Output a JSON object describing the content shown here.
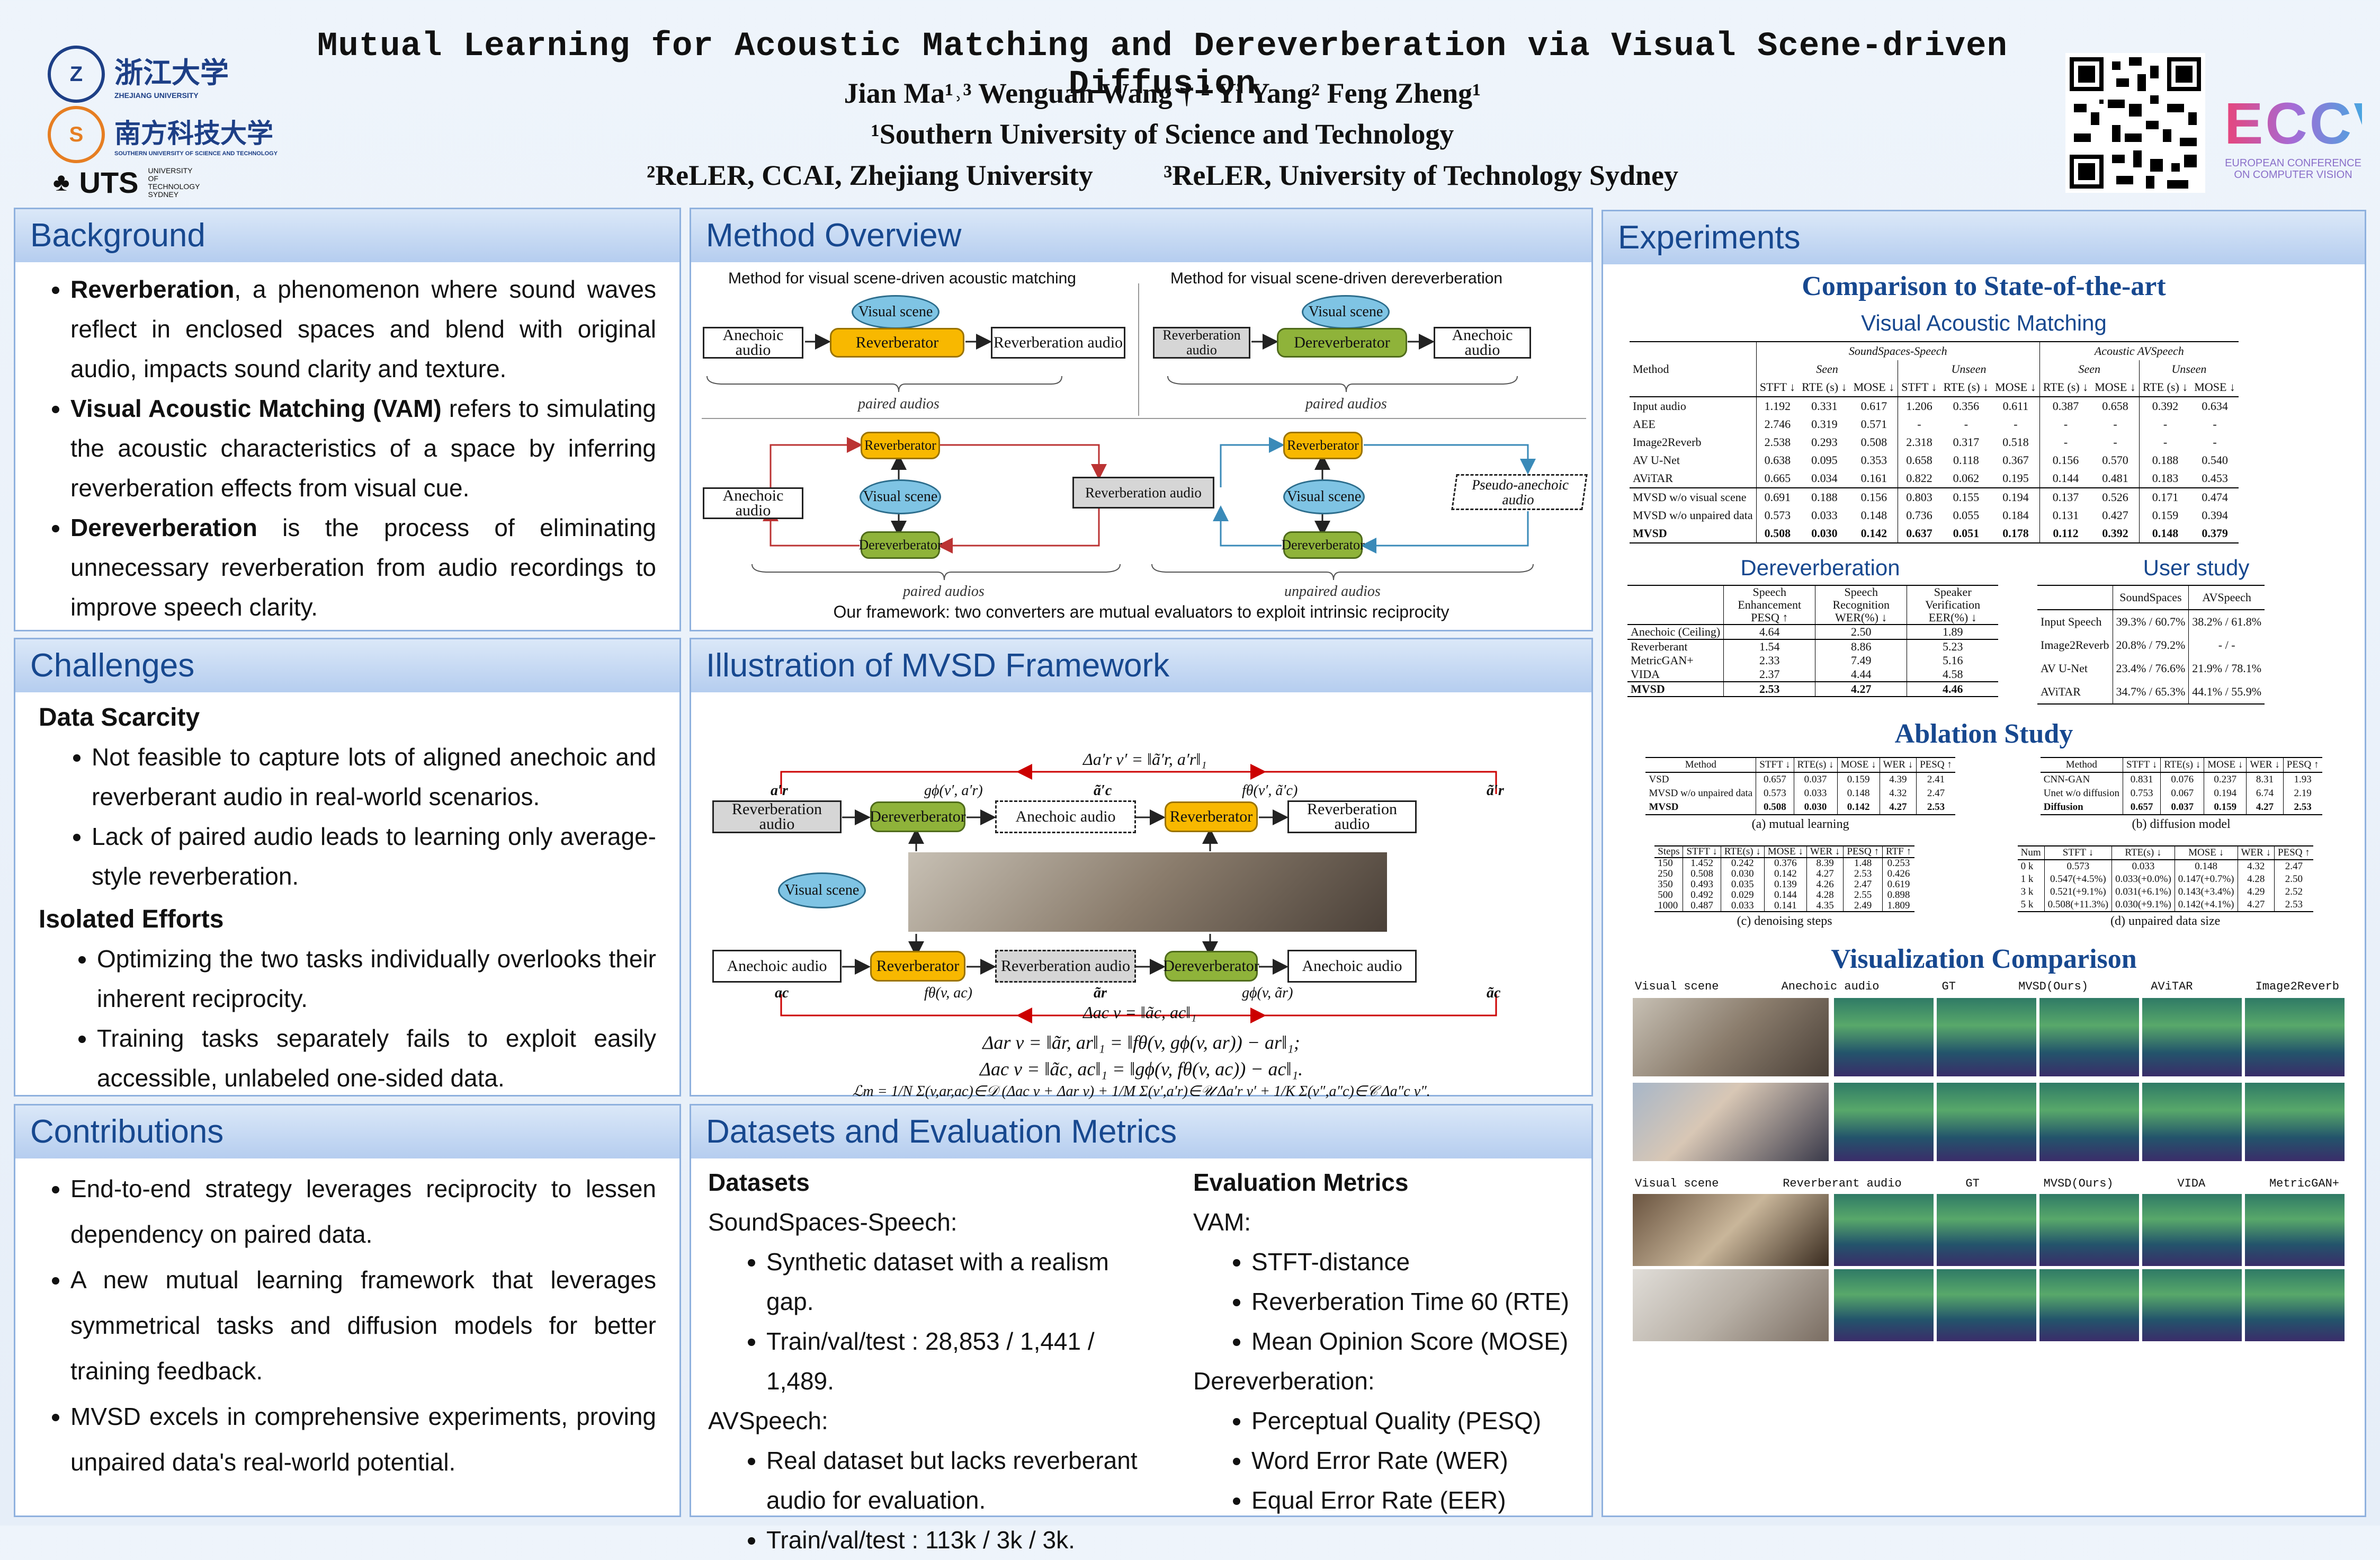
{
  "header": {
    "title": "Mutual Learning for Acoustic Matching and Dereverberation via Visual Scene-driven Diffusion",
    "authors": "Jian Ma¹˒³ Wenguan Wang † ² Yi Yang² Feng Zheng¹",
    "aff1": "¹Southern University of Science and Technology",
    "aff2a": "²ReLER, CCAI, Zhejiang University",
    "aff2b": "³ReLER, University of Technology Sydney",
    "logo_zju": "浙江大学",
    "logo_zju_en": "ZHEJIANG UNIVERSITY",
    "logo_sustech": "南方科技大学",
    "logo_sustech_en": "SOUTHERN UNIVERSITY OF SCIENCE AND TECHNOLOGY",
    "logo_uts": "UTS",
    "logo_uts_en": "UNIVERSITY OF TECHNOLOGY SYDNEY",
    "eccv": "ECCV",
    "eccv_sub": "EUROPEAN CONFERENCE ON COMPUTER VISION"
  },
  "background": {
    "title": "Background",
    "items": [
      {
        "term": "Reverberation",
        "text": ", a phenomenon where sound waves reflect in enclosed spaces and blend with original audio, impacts sound clarity and texture."
      },
      {
        "term": "Visual Acoustic Matching (VAM)",
        "text": " refers to simulating the acoustic characteristics of a space by inferring reverberation effects from visual cue."
      },
      {
        "term": "Dereverberation",
        "text": " is the process of eliminating unnecessary reverberation from audio recordings to improve speech clarity."
      }
    ]
  },
  "challenges": {
    "title": "Challenges",
    "sub1": "Data Scarcity",
    "items1": [
      "Not feasible to capture lots of aligned anechoic and reverberant audio in real-world scenarios.",
      "Lack of paired audio leads to learning only average-style reverberation."
    ],
    "sub2": "Isolated Efforts",
    "items2": [
      "Optimizing the two tasks individually overlooks their inherent reciprocity.",
      "Training tasks separately fails to exploit easily accessible, unlabeled one-sided data."
    ]
  },
  "contributions": {
    "title": "Contributions",
    "items": [
      "End-to-end strategy leverages reciprocity to lessen dependency on paired data.",
      "A new mutual learning framework that leverages symmetrical tasks and diffusion models for better training feedback.",
      "MVSD excels in comprehensive experiments, proving unpaired data's real-world potential."
    ]
  },
  "method": {
    "title": "Method Overview",
    "left_caption": "Method for visual scene-driven acoustic matching",
    "right_caption": "Method for visual scene-driven dereverberation",
    "visual_scene": "Visual scene",
    "anechoic": "Anechoic audio",
    "reverberator": "Reverberator",
    "dereverberator": "Dereverberator",
    "rev_audio": "Reverberation audio",
    "pseudo": "Pseudo-anechoic audio",
    "paired": "paired audios",
    "unpaired": "unpaired audios",
    "footer": "Our framework: two converters are mutual evaluators to exploit intrinsic reciprocity"
  },
  "mvsd": {
    "title": "Illustration of MVSD Framework",
    "rev_audio": "Reverberation audio",
    "anechoic": "Anechoic audio",
    "reverberator": "Reverberator",
    "dereverberator": "Dereverberator",
    "visual_scene": "Visual scene",
    "g_top": "gϕ(v′, a′r)",
    "f_top": "fθ(v′, ã′c)",
    "f_bot": "fθ(v, ac)",
    "g_bot": "gϕ(v, ãr)",
    "ar_p": "a′r",
    "ac_t": "ã′c",
    "ar_t2": "ã′r",
    "ac": "ac",
    "ar_t": "ãr",
    "ac_t2": "ãc",
    "delta_top": "Δa′r v′ = ‖ã′r, a′r‖₁",
    "delta_bot": "Δac v = ‖ãc, ac‖₁",
    "eq1": "Δar v = ‖ãr, ar‖₁ = ‖fθ(v, gϕ(v, ar)) − ar‖₁;",
    "eq2": "Δac v = ‖ãc, ac‖₁ = ‖gϕ(v, fθ(v, ac)) − ac‖₁.",
    "eq3": "ℒm = 1/N Σ(v,ar,ac)∈𝒟 (Δac v + Δar v) + 1/M Σ(v′,a′r)∈𝒰 Δa′r v′ + 1/K Σ(v″,a″c)∈𝒞 Δa″c v″."
  },
  "datasets": {
    "title": "Datasets and Evaluation Metrics",
    "ds_head": "Datasets",
    "ss": "SoundSpaces-Speech:",
    "ss_items": [
      "Synthetic dataset with a realism gap.",
      "Train/val/test : 28,853 / 1,441 / 1,489."
    ],
    "av": "AVSpeech:",
    "av_items": [
      "Real dataset but lacks reverberant audio for evaluation.",
      "Train/val/test : 113k / 3k / 3k."
    ],
    "em_head": "Evaluation Metrics",
    "vam": "VAM:",
    "vam_items": [
      "STFT-distance",
      "Reverberation Time 60 (RTE)",
      "Mean Opinion Score (MOSE)"
    ],
    "der": "Dereverberation:",
    "der_items": [
      "Perceptual Quality (PESQ)",
      "Word Error Rate (WER)",
      "Equal Error Rate (EER)"
    ]
  },
  "experiments": {
    "title": "Experiments",
    "sota": "Comparison to State-of-the-art",
    "vam_title": "Visual Acoustic Matching",
    "vam_table": {
      "group1": "SoundSpaces-Speech",
      "group2": "Acoustic AVSpeech",
      "seen": "Seen",
      "unseen": "Unseen",
      "method": "Method",
      "cols": [
        "STFT ↓",
        "RTE (s) ↓",
        "MOSE ↓",
        "STFT ↓",
        "RTE (s) ↓",
        "MOSE ↓",
        "RTE (s) ↓",
        "MOSE ↓",
        "RTE (s) ↓",
        "MOSE ↓"
      ],
      "rows": [
        [
          "Input audio",
          "1.192",
          "0.331",
          "0.617",
          "1.206",
          "0.356",
          "0.611",
          "0.387",
          "0.658",
          "0.392",
          "0.634"
        ],
        [
          "AEE",
          "2.746",
          "0.319",
          "0.571",
          "-",
          "-",
          "-",
          "-",
          "-",
          "-",
          "-"
        ],
        [
          "Image2Reverb",
          "2.538",
          "0.293",
          "0.508",
          "2.318",
          "0.317",
          "0.518",
          "-",
          "-",
          "-",
          "-"
        ],
        [
          "AV U-Net",
          "0.638",
          "0.095",
          "0.353",
          "0.658",
          "0.118",
          "0.367",
          "0.156",
          "0.570",
          "0.188",
          "0.540"
        ],
        [
          "AViTAR",
          "0.665",
          "0.034",
          "0.161",
          "0.822",
          "0.062",
          "0.195",
          "0.144",
          "0.481",
          "0.183",
          "0.453"
        ],
        [
          "MVSD w/o visual scene",
          "0.691",
          "0.188",
          "0.156",
          "0.803",
          "0.155",
          "0.194",
          "0.137",
          "0.526",
          "0.171",
          "0.474"
        ],
        [
          "MVSD w/o unpaired data",
          "0.573",
          "0.033",
          "0.148",
          "0.736",
          "0.055",
          "0.184",
          "0.131",
          "0.427",
          "0.159",
          "0.394"
        ],
        [
          "MVSD",
          "0.508",
          "0.030",
          "0.142",
          "0.637",
          "0.051",
          "0.178",
          "0.112",
          "0.392",
          "0.148",
          "0.379"
        ]
      ]
    },
    "der_title": "Dereverberation",
    "der_table": {
      "cols": [
        "Speech Enhancement PESQ ↑",
        "Speech Recognition WER(%) ↓",
        "Speaker Verification EER(%) ↓"
      ],
      "rows": [
        [
          "Anechoic (Ceiling)",
          "4.64",
          "2.50",
          "1.89"
        ],
        [
          "Reverberant",
          "1.54",
          "8.86",
          "5.23"
        ],
        [
          "MetricGAN+",
          "2.33",
          "7.49",
          "5.16"
        ],
        [
          "VIDA",
          "2.37",
          "4.44",
          "4.58"
        ],
        [
          "MVSD",
          "2.53",
          "4.27",
          "4.46"
        ]
      ]
    },
    "user_title": "User study",
    "user_table": {
      "cols": [
        "SoundSpaces",
        "AVSpeech"
      ],
      "rows": [
        [
          "Input Speech",
          "39.3% / 60.7%",
          "38.2% / 61.8%"
        ],
        [
          "Image2Reverb",
          "20.8% / 79.2%",
          "- / -"
        ],
        [
          "AV U-Net",
          "23.4% / 76.6%",
          "21.9% / 78.1%"
        ],
        [
          "AViTAR",
          "34.7% / 65.3%",
          "44.1% / 55.9%"
        ]
      ]
    },
    "ablation": "Ablation Study",
    "abl_a": {
      "caption": "(a) mutual learning",
      "cols": [
        "Method",
        "STFT ↓",
        "RTE(s) ↓",
        "MOSE ↓",
        "WER ↓",
        "PESQ ↑"
      ],
      "rows": [
        [
          "VSD",
          "0.657",
          "0.037",
          "0.159",
          "4.39",
          "2.41"
        ],
        [
          "MVSD w/o unpaired data",
          "0.573",
          "0.033",
          "0.148",
          "4.32",
          "2.47"
        ],
        [
          "MVSD",
          "0.508",
          "0.030",
          "0.142",
          "4.27",
          "2.53"
        ]
      ]
    },
    "abl_b": {
      "caption": "(b) diffusion model",
      "cols": [
        "Method",
        "STFT ↓",
        "RTE(s) ↓",
        "MOSE ↓",
        "WER ↓",
        "PESQ ↑"
      ],
      "rows": [
        [
          "CNN-GAN",
          "0.831",
          "0.076",
          "0.237",
          "8.31",
          "1.93"
        ],
        [
          "Unet w/o diffusion",
          "0.753",
          "0.067",
          "0.194",
          "6.74",
          "2.19"
        ],
        [
          "Diffusion",
          "0.657",
          "0.037",
          "0.159",
          "4.27",
          "2.53"
        ]
      ]
    },
    "abl_c": {
      "caption": "(c) denoising steps",
      "cols": [
        "Steps",
        "STFT ↓",
        "RTE(s) ↓",
        "MOSE ↓",
        "WER ↓",
        "PESQ ↑",
        "RTF ↑"
      ],
      "rows": [
        [
          "150",
          "1.452",
          "0.242",
          "0.376",
          "8.39",
          "1.48",
          "0.253"
        ],
        [
          "250",
          "0.508",
          "0.030",
          "0.142",
          "4.27",
          "2.53",
          "0.426"
        ],
        [
          "350",
          "0.493",
          "0.035",
          "0.139",
          "4.26",
          "2.47",
          "0.619"
        ],
        [
          "500",
          "0.492",
          "0.029",
          "0.144",
          "4.28",
          "2.55",
          "0.898"
        ],
        [
          "1000",
          "0.487",
          "0.033",
          "0.141",
          "4.35",
          "2.49",
          "1.809"
        ]
      ]
    },
    "abl_d": {
      "caption": "(d) unpaired data size",
      "cols": [
        "Num",
        "STFT ↓",
        "RTE(s) ↓",
        "MOSE ↓",
        "WER ↓",
        "PESQ ↑"
      ],
      "rows": [
        [
          "0 k",
          "0.573",
          "0.033",
          "0.148",
          "4.32",
          "2.47"
        ],
        [
          "1 k",
          "0.547(+4.5%)",
          "0.033(+0.0%)",
          "0.147(+0.7%)",
          "4.28",
          "2.50"
        ],
        [
          "3 k",
          "0.521(+9.1%)",
          "0.031(+6.1%)",
          "0.143(+3.4%)",
          "4.29",
          "2.52"
        ],
        [
          "5 k",
          "0.508(+11.3%)",
          "0.030(+9.1%)",
          "0.142(+4.1%)",
          "4.27",
          "2.53"
        ]
      ]
    },
    "vis": "Visualization Comparison",
    "vis_row1": [
      "Visual scene",
      "Anechoic audio",
      "GT",
      "MVSD(Ours)",
      "AViTAR",
      "Image2Reverb"
    ],
    "vis_row2": [
      "Visual scene",
      "Reverberant audio",
      "GT",
      "MVSD(Ours)",
      "VIDA",
      "MetricGAN+"
    ]
  }
}
